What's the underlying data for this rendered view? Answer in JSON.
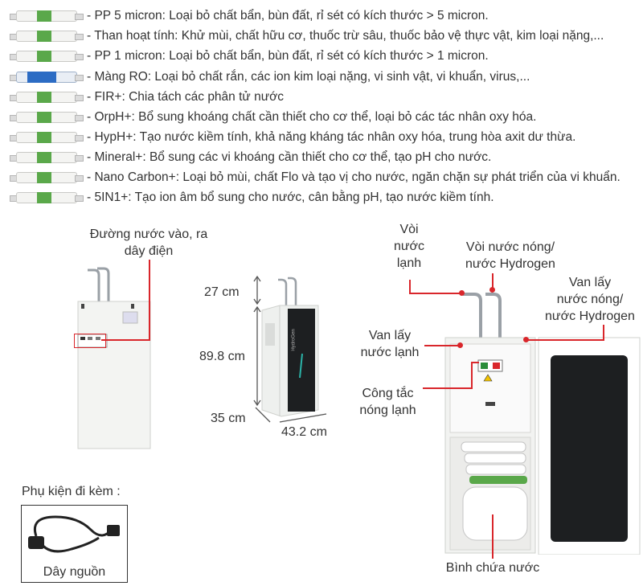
{
  "filters": [
    {
      "icon": "cartridge-green-icon",
      "text": "-  PP 5 micron: Loại bỏ chất bẩn, bùn đất, rỉ sét có kích thước > 5 micron."
    },
    {
      "icon": "cartridge-icon",
      "text": "- Than hoạt tính: Khử mùi, chất hữu cơ, thuốc trừ sâu, thuốc bảo vệ thực vật, kim loại nặng,..."
    },
    {
      "icon": "cartridge-icon",
      "text": "- PP 1 micron: Loại bỏ chất bẩn, bùn đất, rỉ sét có kích thước > 1 micron."
    },
    {
      "icon": "ro-membrane-icon",
      "text": "- Màng RO: Loại bỏ chất rắn, các ion kim loại nặng, vi sinh vật, vi khuẩn, virus,..."
    },
    {
      "icon": "cartridge-icon",
      "text": "- FIR+: Chia tách các phân tử nước"
    },
    {
      "icon": "cartridge-icon",
      "text": "- OrpH+: Bổ sung khoáng chất cần thiết cho cơ thể, loại bỏ các tác nhân oxy hóa."
    },
    {
      "icon": "cartridge-icon",
      "text": "- HypH+: Tạo nước kiềm tính, khả năng kháng tác nhân oxy hóa, trung hòa axit dư thừa."
    },
    {
      "icon": "cartridge-icon",
      "text": "- Mineral+: Bổ sung các vi khoáng cần thiết cho cơ thể, tạo pH cho nước."
    },
    {
      "icon": "cartridge-icon",
      "text": "- Nano Carbon+: Loại bỏ mùi, chất Flo và tạo vị cho nước, ngăn chặn sự phát triển của vi khuẩn."
    },
    {
      "icon": "cartridge-icon",
      "text": "- 5IN1+: Tạo ion âm bổ sung cho nước, cân bằng pH, tạo nước kiềm tính."
    }
  ],
  "back_view": {
    "label_line1": "Đường nước vào, ra",
    "label_line2": "dây điện"
  },
  "dimensions": {
    "height_top": "27 cm",
    "height_body": "89.8 cm",
    "depth": "35 cm",
    "width": "43.2 cm",
    "brand": "HydroGen"
  },
  "front_view": {
    "cold_tap": [
      "Vòi",
      "nước",
      "lạnh"
    ],
    "hot_tap": [
      "Vòi nước nóng/",
      "nước Hydrogen"
    ],
    "hot_valve": [
      "Van lấy",
      "nước nóng/",
      "nước Hydrogen"
    ],
    "cold_valve": [
      "Van lấy",
      "nước lạnh"
    ],
    "switch": [
      "Công tắc",
      "nóng lạnh"
    ],
    "tank": "Bình chứa nước"
  },
  "accessory": {
    "title": "Phụ kiện đi kèm :",
    "caption": "Dây nguồn"
  },
  "colors": {
    "accent_red": "#d9262b",
    "filter_green": "#5aa84a",
    "ro_blue": "#2c6cc4",
    "panel_black": "#1d1f21"
  }
}
